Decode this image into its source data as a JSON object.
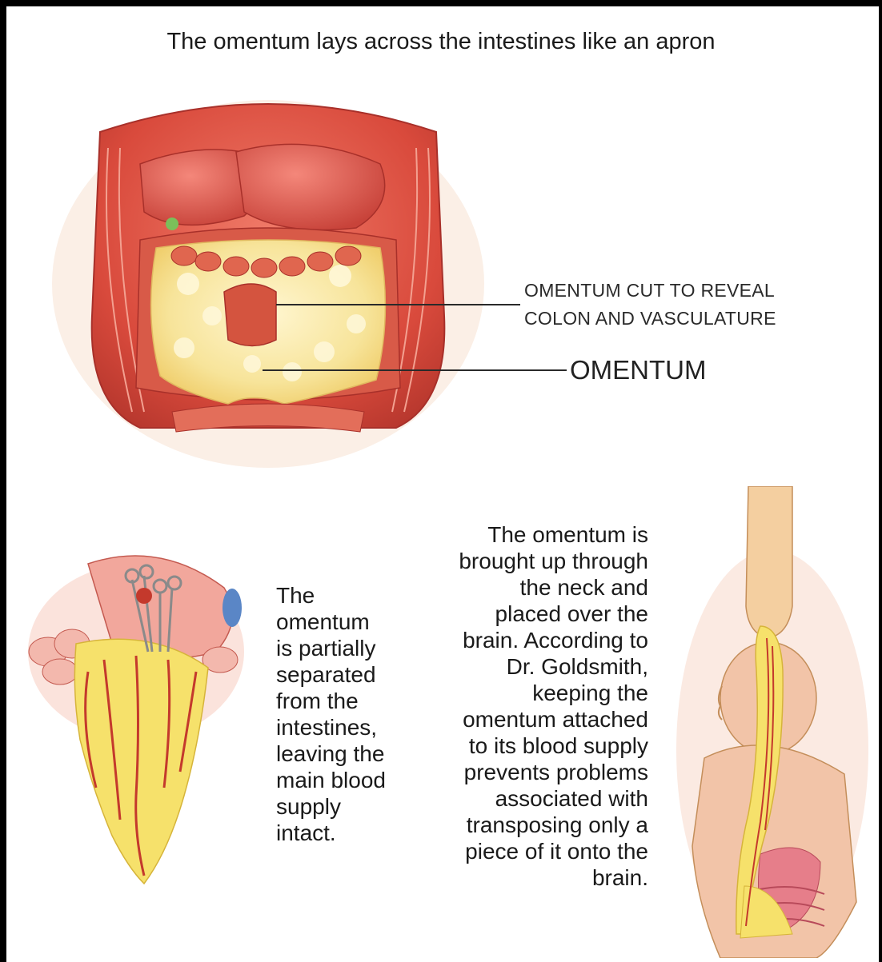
{
  "title": "The omentum lays across the intestines like an apron",
  "labels": {
    "cut_line1": "OMENTUM CUT TO REVEAL",
    "cut_line2": "COLON AND VASCULATURE",
    "omentum": "OMENTUM"
  },
  "captions": {
    "left": "The\nomentum\nis partially\nseparated\nfrom the\nintestines,\nleaving the\nmain blood\nsupply\nintact.",
    "middle": "The omentum is\nbrought up through\nthe neck and\nplaced over the\nbrain. According to\nDr. Goldsmith,\nkeeping the\nomentum attached\nto its blood supply\nprevents problems\nassociated with\ntransposing only a\npiece of it onto the\nbrain."
  },
  "colors": {
    "muscle": "#e0503f",
    "omentum": "#f5e08a",
    "skin": "#f2c4a8"
  }
}
